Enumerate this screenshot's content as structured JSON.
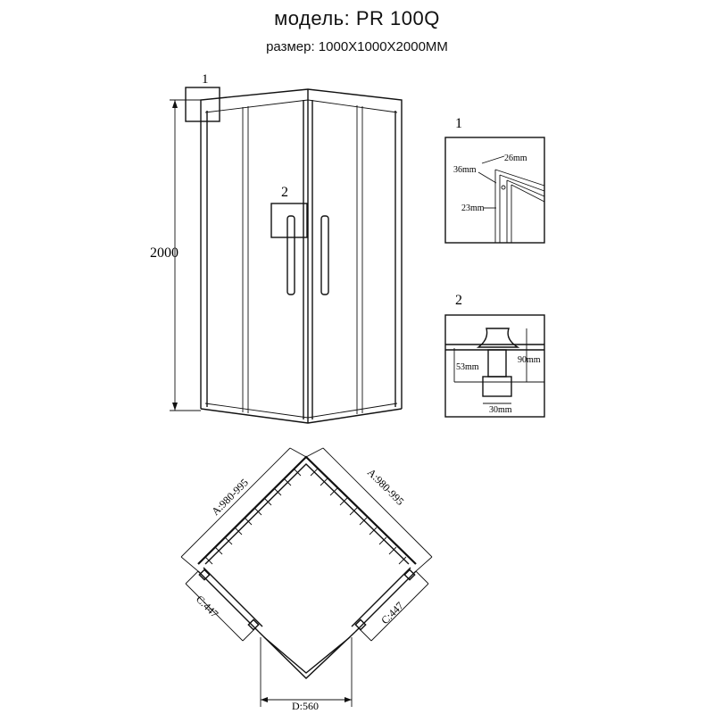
{
  "header": {
    "model": "модель: PR 100Q",
    "size": "размер: 1000X1000X2000MM"
  },
  "front_view": {
    "height_label": "2000",
    "callout_1": "1",
    "callout_2": "2"
  },
  "detail_1": {
    "number": "1",
    "dim_a": "26mm",
    "dim_b": "36mm",
    "dim_c": "23mm"
  },
  "detail_2": {
    "number": "2",
    "dim_a": "90mm",
    "dim_b": "53mm",
    "dim_c": "30mm"
  },
  "plan_view": {
    "side_left": "A:980-995",
    "side_right": "A:980-995",
    "door_left": "C:447",
    "door_right": "C:447",
    "opening": "D:560"
  }
}
